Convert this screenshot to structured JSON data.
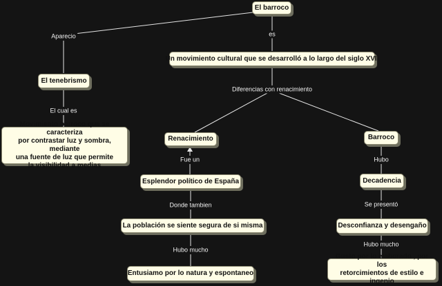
{
  "map": {
    "nodes": {
      "barroco_root": "El barroco",
      "movimiento": "Un movimiento cultural que se desarrolló a lo largo del siglo XVII",
      "tenebrismo": "El tenebrismo",
      "tenebrismo_def_1": "Movimiento barroco que se caracteriza",
      "tenebrismo_def_2": "por contrastar luz y sombra, mediante",
      "tenebrismo_def_3": "una fuente de luz que permite",
      "tenebrismo_def_4": "la visibilidad a medias",
      "renacimiento": "Renacimiento",
      "barroco": "Barroco",
      "esplendor": "Esplendor político de España",
      "poblacion": "La población se siente segura de si misma",
      "entusiasmo": "Entusiamo por lo natura y espontaneo",
      "decadencia": "Decadencia",
      "desconfianza": "Desconfianza y desengaño",
      "gusto_1": "Gusto por lo elaborado , por los",
      "gusto_2": "retorcimientos de estilo e ingenio"
    },
    "links": {
      "aparecio": "Aparecio",
      "es": "es",
      "el_cual_es": "El cual es",
      "diferencias": "Diferencias con renacimiento",
      "fue_un": "Fue un",
      "donde_tambien": "Donde tambien",
      "hubo_mucho_left": "Hubo mucho",
      "hubo": "Hubo",
      "se_presento": "Se presentó",
      "hubo_mucho_right": "Hubo mucho"
    }
  },
  "colors": {
    "background": "#141414",
    "node_fill": "#fffde6",
    "node_shadow": "#6e6e5e",
    "line": "#e6e6e6"
  }
}
